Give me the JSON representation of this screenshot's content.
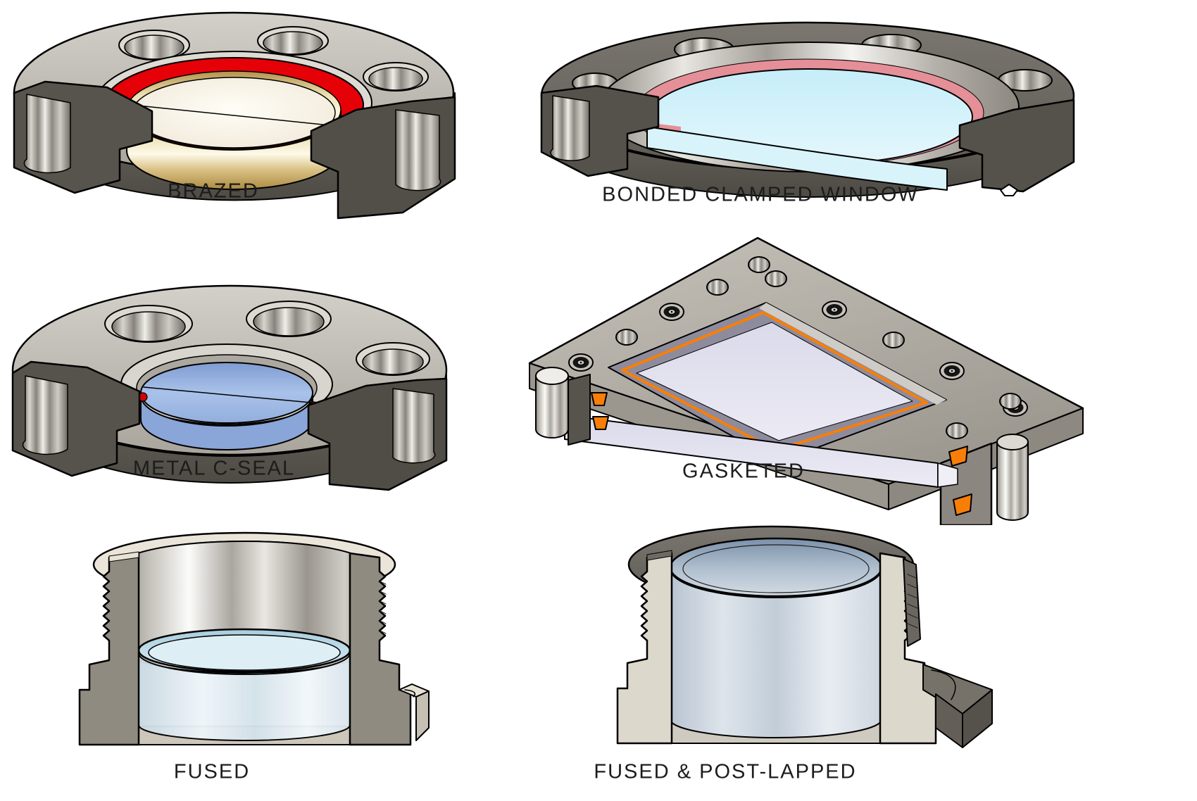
{
  "figure": {
    "background": "#ffffff",
    "caption_color": "#1c1c1c",
    "panels": [
      {
        "id": "brazed",
        "label": "BRAZED"
      },
      {
        "id": "bonded-clamped-window",
        "label": "BONDED CLAMPED WINDOW"
      },
      {
        "id": "metal-c-seal",
        "label": "METAL C-SEAL"
      },
      {
        "id": "gasketed",
        "label": "GASKETED"
      },
      {
        "id": "fused",
        "label": "FUSED"
      },
      {
        "id": "fused-post-lapped",
        "label": "FUSED & POST-LAPPED"
      }
    ],
    "colors": {
      "outline": "#000000",
      "braze_red": "#e60008",
      "braze_gold": "#d9c188",
      "window_cream": "#f4efdf",
      "bond_pink": "#e58f98",
      "bonded_window_cyan": "#d5f2fa",
      "cseal_window_blue": "#93b1e3",
      "cseal_red": "#cf0404",
      "gasket_orange": "#f97e07",
      "gasket_window_lavender": "#dedcee",
      "fused_window_blue": "#d8ecf4",
      "lapped_window_blue": "#aebdcd",
      "flange_steel_light": "#b8b4ac",
      "flange_section_dark": "#55534e",
      "bonded_flange_dark": "#6e6a64",
      "fused_body_gray": "#8f8b80",
      "fused_rim_cream": "#e9e3d7"
    }
  }
}
